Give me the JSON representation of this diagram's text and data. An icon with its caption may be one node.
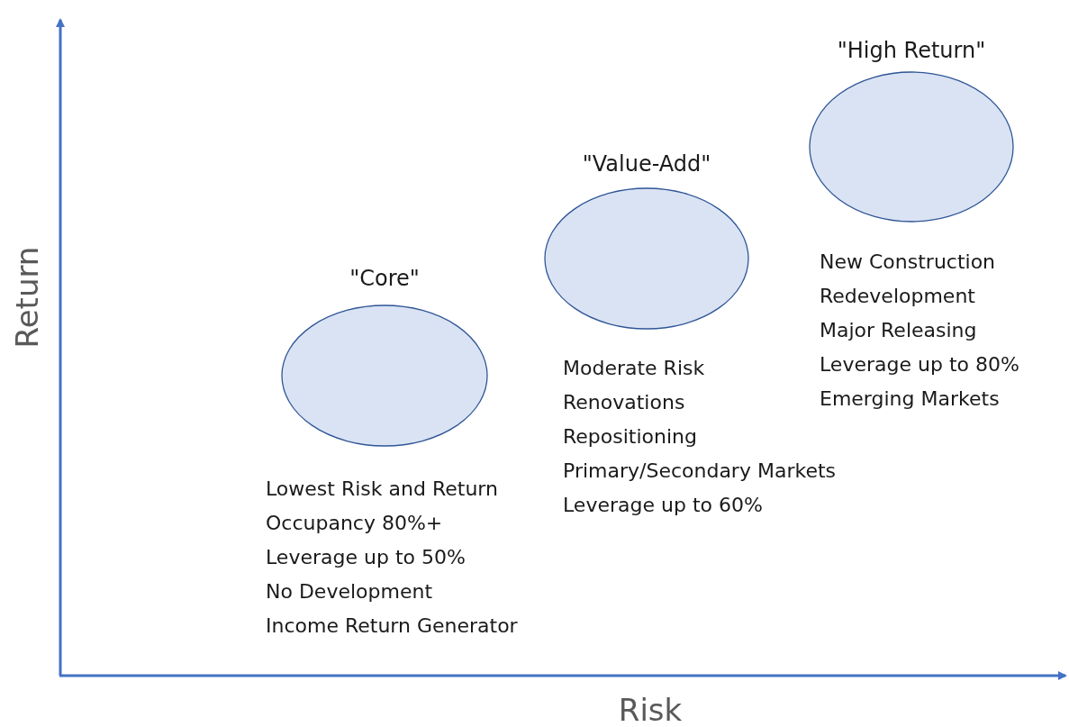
{
  "diagram": {
    "nodes": [
      {
        "text": [
          "\"Core\""
        ],
        "beside": [
          "Lowest Risk and Return",
          "Occupancy 80%+",
          "Leverage up to 50%",
          "No Development",
          "Income Return Generator"
        ]
      },
      {
        "text": [
          "\"Value-Add\""
        ],
        "beside": [
          "Moderate Risk",
          "Renovations",
          "Repositioning",
          "Primary/Secondary Markets",
          "Leverage up to 60%"
        ]
      },
      {
        "text": [
          "\"High Return\""
        ],
        "beside": [
          "New Construction",
          "Redevelopment",
          "Major Releasing",
          "Leverage up to 80%",
          "Emerging Markets"
        ]
      }
    ],
    "edges": [],
    "labels": [
      "Return",
      "Risk"
    ]
  }
}
